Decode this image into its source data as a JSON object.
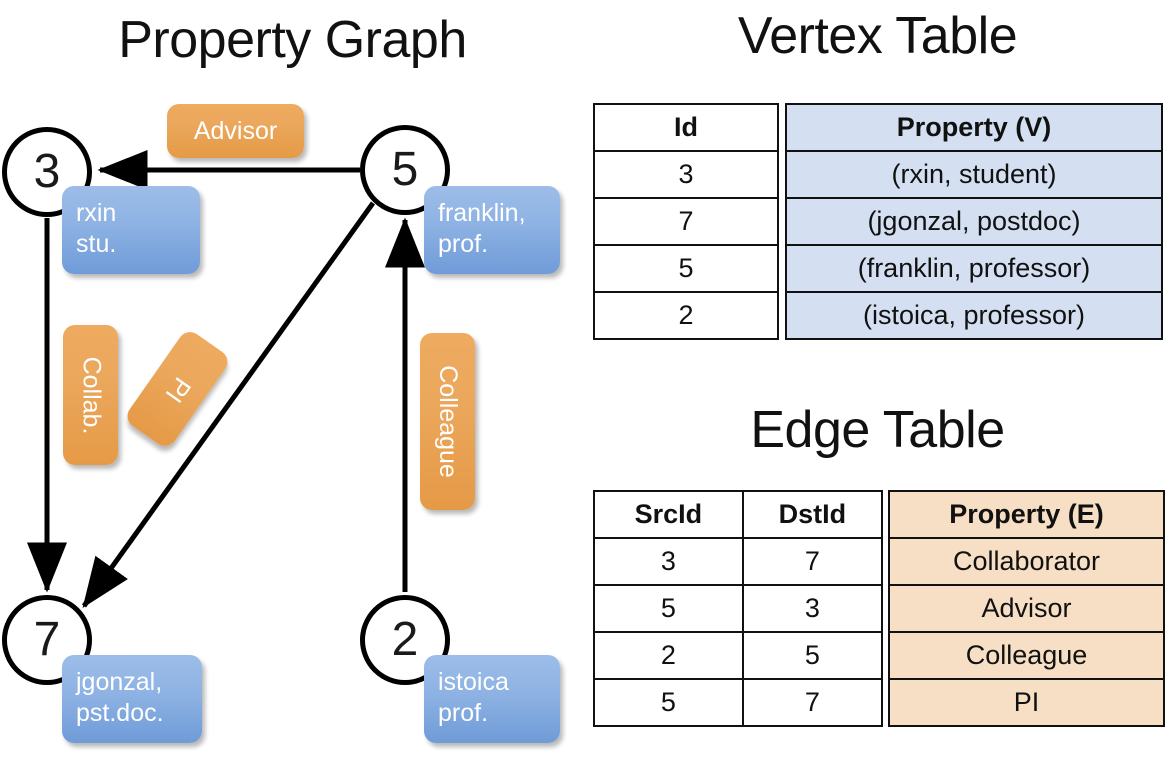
{
  "panels": {
    "graph_title": "Property Graph",
    "vertex_title": "Vertex Table",
    "edge_title": "Edge Table"
  },
  "colors": {
    "vertex_property_fill": "#d4e0f2",
    "edge_property_fill": "#f6dfc4",
    "node_box_fill": "#8db2e3",
    "edge_label_fill": "#eba75c",
    "stroke": "#111111"
  },
  "graph": {
    "nodes": [
      {
        "id": "3",
        "prop_line1": "rxin",
        "prop_line2": "stu."
      },
      {
        "id": "5",
        "prop_line1": "franklin,",
        "prop_line2": "prof."
      },
      {
        "id": "7",
        "prop_line1": "jgonzal,",
        "prop_line2": "pst.doc."
      },
      {
        "id": "2",
        "prop_line1": "istoica",
        "prop_line2": "prof."
      }
    ],
    "edge_labels": [
      {
        "name": "advisor",
        "text": "Advisor"
      },
      {
        "name": "collab",
        "text": "Collab."
      },
      {
        "name": "pi",
        "text": "PI"
      },
      {
        "name": "colleague",
        "text": "Colleague"
      }
    ],
    "edges": [
      {
        "from": "5",
        "to": "3",
        "label": "Advisor"
      },
      {
        "from": "3",
        "to": "7",
        "label": "Collab."
      },
      {
        "from": "5",
        "to": "7",
        "label": "PI"
      },
      {
        "from": "2",
        "to": "5",
        "label": "Colleague"
      }
    ]
  },
  "vertex_table": {
    "headers": [
      "Id",
      "Property (V)"
    ],
    "rows": [
      {
        "id": "3",
        "property": "(rxin, student)"
      },
      {
        "id": "7",
        "property": "(jgonzal, postdoc)"
      },
      {
        "id": "5",
        "property": "(franklin, professor)"
      },
      {
        "id": "2",
        "property": "(istoica, professor)"
      }
    ]
  },
  "edge_table": {
    "headers": [
      "SrcId",
      "DstId",
      "Property (E)"
    ],
    "rows": [
      {
        "src": "3",
        "dst": "7",
        "property": "Collaborator"
      },
      {
        "src": "5",
        "dst": "3",
        "property": "Advisor"
      },
      {
        "src": "2",
        "dst": "5",
        "property": "Colleague"
      },
      {
        "src": "5",
        "dst": "7",
        "property": "PI"
      }
    ]
  }
}
